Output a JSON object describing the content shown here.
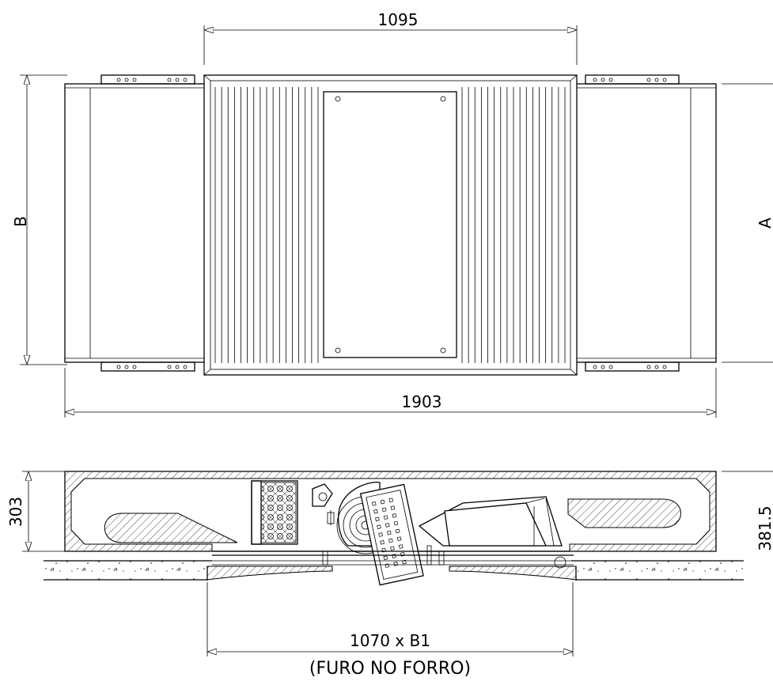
{
  "top_view": {
    "dim_top_width": "1095",
    "dim_overall_width": "1903",
    "dim_left_height": "B",
    "dim_right_height": "A"
  },
  "side_view": {
    "dim_left_height": "303",
    "dim_right_height": "381.5",
    "dim_ceiling_hole": "1070 x B1",
    "ceiling_note": "(FURO NO FORRO)"
  }
}
